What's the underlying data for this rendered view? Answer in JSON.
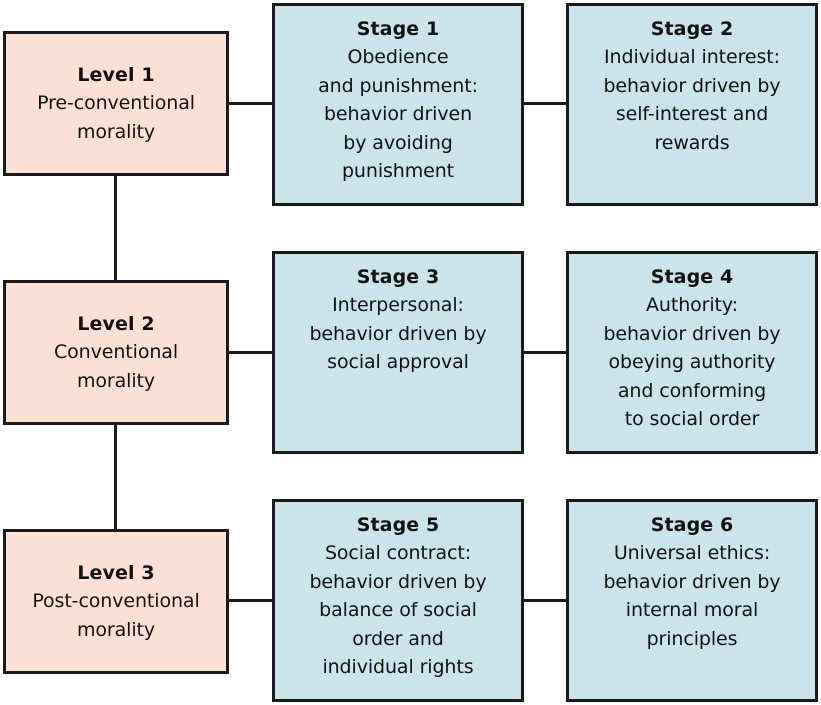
{
  "diagram": {
    "name": "Kohlberg's levels and stages of moral development",
    "colors": {
      "level_fill": "#fbe0d6",
      "stage_fill": "#cbe4e9",
      "border": "#1a1a1a",
      "text": "#111111",
      "background": "#ffffff"
    }
  },
  "levels": [
    {
      "title": "Level 1",
      "body": "Pre-conventional\nmorality"
    },
    {
      "title": "Level 2",
      "body": "Conventional\nmorality"
    },
    {
      "title": "Level 3",
      "body": "Post-conventional\nmorality"
    }
  ],
  "stages": [
    {
      "title": "Stage 1",
      "body": "Obedience\nand punishment:\nbehavior driven\nby avoiding\npunishment"
    },
    {
      "title": "Stage 2",
      "body": "Individual interest:\nbehavior driven by\nself-interest and\nrewards"
    },
    {
      "title": "Stage 3",
      "body": "Interpersonal:\nbehavior driven by\nsocial approval"
    },
    {
      "title": "Stage 4",
      "body": "Authority:\nbehavior driven by\nobeying authority\nand conforming\nto social order"
    },
    {
      "title": "Stage 5",
      "body": "Social contract:\nbehavior driven by\nbalance of social\norder and\nindividual rights"
    },
    {
      "title": "Stage 6",
      "body": "Universal ethics:\nbehavior driven by\ninternal moral\nprinciples"
    }
  ]
}
